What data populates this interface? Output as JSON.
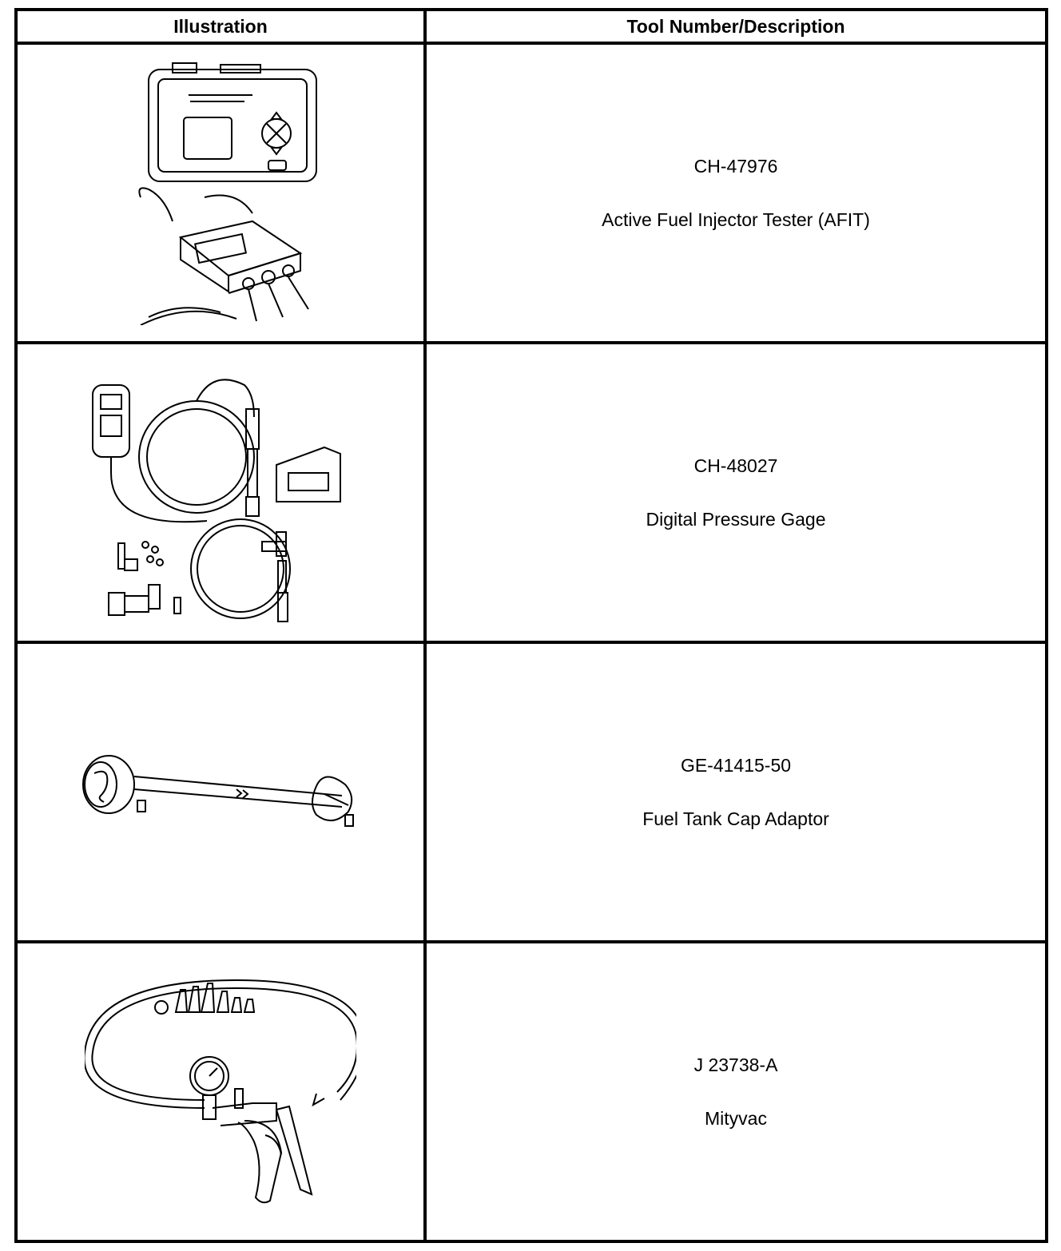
{
  "table": {
    "headers": [
      "Illustration",
      "Tool Number/Description"
    ],
    "rows": [
      {
        "number": "CH-47976",
        "description": "Active Fuel Injector Tester (AFIT)",
        "icon": "fuel-injector-tester-icon"
      },
      {
        "number": "CH-48027",
        "description": "Digital Pressure Gage",
        "icon": "digital-pressure-gage-icon"
      },
      {
        "number": "GE-41415-50",
        "description": "Fuel Tank Cap Adaptor",
        "icon": "fuel-tank-cap-adaptor-icon"
      },
      {
        "number": "J 23738-A",
        "description": "Mityvac",
        "icon": "mityvac-icon"
      }
    ]
  }
}
